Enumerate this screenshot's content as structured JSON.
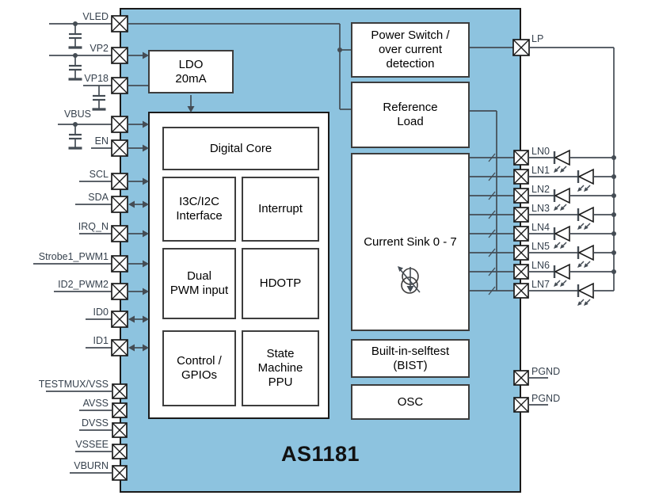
{
  "diagram_title": "AS1181",
  "colors": {
    "chip_fill": "#8dc3df",
    "block_fill": "#ffffff",
    "block_border": "#3d3d3d",
    "wire": "#444c54",
    "pin_label": "#37424e",
    "text": "#000000"
  },
  "blocks": {
    "ldo": {
      "label": "LDO\n20mA"
    },
    "digital_core": {
      "label": "Digital Core"
    },
    "i3c_i2c": {
      "label": "I3C/I2C\nInterface"
    },
    "interrupt": {
      "label": "Interrupt"
    },
    "dual_pwm": {
      "label": "Dual\nPWM input"
    },
    "hdotp": {
      "label": "HDOTP"
    },
    "control_gpios": {
      "label": "Control /\nGPIOs"
    },
    "state_machine": {
      "label": "State\nMachine\nPPU"
    },
    "power_switch": {
      "label": "Power Switch /\nover current\ndetection"
    },
    "reference_load": {
      "label": "Reference\nLoad"
    },
    "current_sink": {
      "label": "Current Sink 0 - 7"
    },
    "bist": {
      "label": "Built-in-selftest\n(BIST)"
    },
    "osc": {
      "label": "OSC"
    }
  },
  "left_pins": [
    {
      "label": "VLED",
      "direction": "plain",
      "decoupling_cap": true
    },
    {
      "label": "VP2",
      "direction": "in",
      "decoupling_cap": true
    },
    {
      "label": "VP18",
      "direction": "plain",
      "decoupling_cap": true
    },
    {
      "label": "VBUS",
      "direction": "in",
      "decoupling_cap": true
    },
    {
      "label": "EN",
      "direction": "in",
      "decoupling_cap": false
    },
    {
      "label": "SCL",
      "direction": "in",
      "decoupling_cap": false
    },
    {
      "label": "SDA",
      "direction": "bidirectional",
      "decoupling_cap": false
    },
    {
      "label": "IRQ_N",
      "direction": "in",
      "decoupling_cap": false
    },
    {
      "label": "Strobe1_PWM1",
      "direction": "in",
      "decoupling_cap": false
    },
    {
      "label": "ID2_PWM2",
      "direction": "in",
      "decoupling_cap": false
    },
    {
      "label": "ID0",
      "direction": "bidirectional",
      "decoupling_cap": false
    },
    {
      "label": "ID1",
      "direction": "bidirectional",
      "decoupling_cap": false
    },
    {
      "label": "TESTMUX/VSS",
      "direction": "none",
      "decoupling_cap": false
    },
    {
      "label": "AVSS",
      "direction": "none",
      "decoupling_cap": false
    },
    {
      "label": "DVSS",
      "direction": "none",
      "decoupling_cap": false
    },
    {
      "label": "VSSEE",
      "direction": "none",
      "decoupling_cap": false
    },
    {
      "label": "VBURN",
      "direction": "none",
      "decoupling_cap": false
    }
  ],
  "lp_pin": {
    "label": "LP"
  },
  "ln_pins": [
    "LN0",
    "LN1",
    "LN2",
    "LN3",
    "LN4",
    "LN5",
    "LN6",
    "LN7"
  ],
  "pgnd_pins": [
    "PGND",
    "PGND"
  ],
  "symbols": {
    "pin": "crossed-square-pin-icon",
    "capacitor": "capacitor-to-ground-icon",
    "ground": "ground-bar-icon",
    "led": "led-diode-with-emission-arrows-icon",
    "current_source": "adjustable-current-source-icon"
  }
}
